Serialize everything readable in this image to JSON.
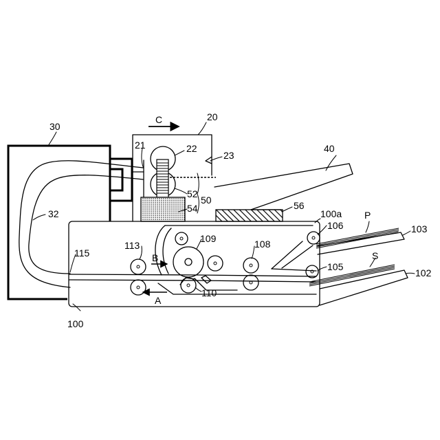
{
  "diagram": {
    "labels": {
      "l20": "20",
      "lC": "C",
      "l30": "30",
      "l21": "21",
      "l22": "22",
      "l23": "23",
      "l40": "40",
      "l32": "32",
      "l52": "52",
      "l50": "50",
      "l54": "54",
      "l56": "56",
      "l100a": "100a",
      "lP": "P",
      "l103": "103",
      "l106": "106",
      "l113": "113",
      "l109": "109",
      "l108": "108",
      "l115": "115",
      "lB": "B",
      "l105": "105",
      "lS": "S",
      "l102": "102",
      "l110": "110",
      "lA": "A",
      "l100": "100"
    }
  }
}
